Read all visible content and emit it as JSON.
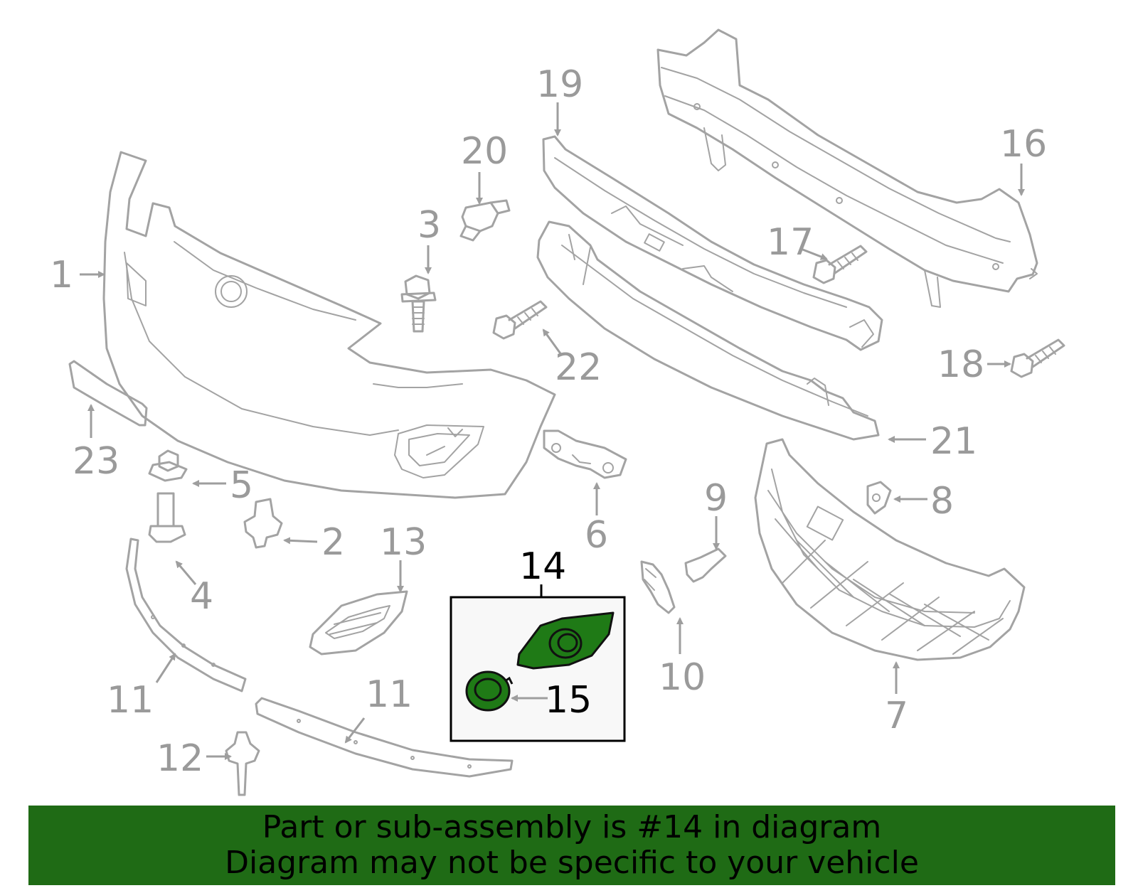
{
  "callouts": {
    "c1": "1",
    "c2": "2",
    "c3": "3",
    "c4": "4",
    "c5": "5",
    "c6": "6",
    "c7": "7",
    "c8": "8",
    "c9": "9",
    "c10": "10",
    "c11a": "11",
    "c11b": "11",
    "c12": "12",
    "c13": "13",
    "c14": "14",
    "c15": "15",
    "c16": "16",
    "c17": "17",
    "c18": "18",
    "c19": "19",
    "c20": "20",
    "c21": "21",
    "c22": "22",
    "c23": "23"
  },
  "highlight": {
    "part_number": "14",
    "fill_color": "#1f7a16"
  },
  "footer": {
    "line1": "Part or sub-assembly is #14 in diagram",
    "line2": "Diagram may not be specific to your vehicle",
    "background_color": "#1f6b15"
  }
}
